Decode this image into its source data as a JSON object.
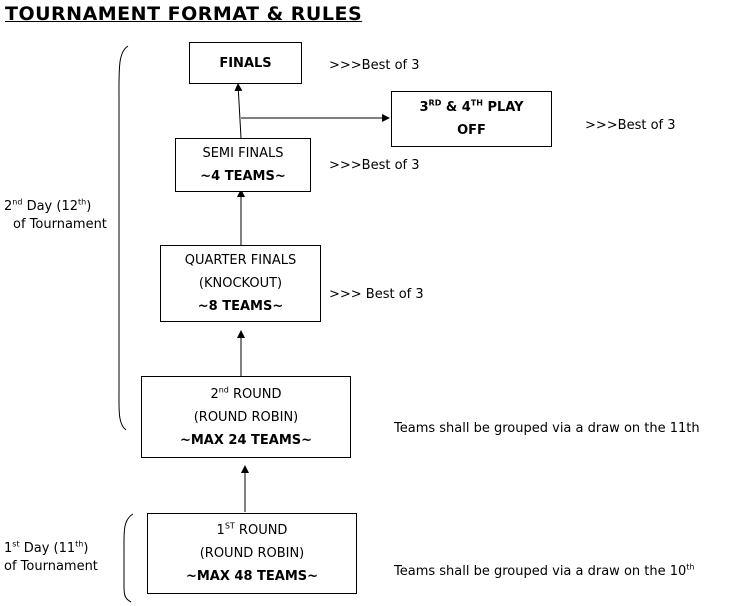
{
  "title": "TOURNAMENT FORMAT & RULES",
  "boxes": {
    "finals": {
      "line1": "FINALS"
    },
    "third_place": {
      "line1_pre": "3",
      "line1_sup1": "RD",
      "line1_mid": " & 4",
      "line1_sup2": "TH",
      "line1_post": " PLAY",
      "line2": "OFF"
    },
    "semi": {
      "line1": "SEMI FINALS",
      "line2": "~4 TEAMS~"
    },
    "quarter": {
      "line1": "QUARTER FINALS",
      "line2": "(KNOCKOUT)",
      "line3": "~8 TEAMS~"
    },
    "round2": {
      "line1_pre": "2",
      "line1_sup": "nd",
      "line1_post": " ROUND",
      "line2": "(ROUND ROBIN)",
      "line3": "~MAX 24 TEAMS~"
    },
    "round1": {
      "line1_pre": "1",
      "line1_sup": "ST",
      "line1_post": " ROUND",
      "line2": "(ROUND ROBIN)",
      "line3": "~MAX 48 TEAMS~"
    }
  },
  "notes": {
    "finals": ">>>Best of 3",
    "third_place": ">>>Best of 3",
    "semi": ">>>Best of 3",
    "quarter": ">>> Best of 3",
    "round2": "Teams shall be grouped via a draw on the 11th",
    "round1_pre": "Teams shall be grouped via a draw on the 10",
    "round1_sup": "th"
  },
  "side_labels": {
    "day2_pre": "2",
    "day2_sup1": "nd",
    "day2_mid": " Day (12",
    "day2_sup2": "th",
    "day2_post": ")",
    "day2_line2": "of Tournament",
    "day1_pre": "1",
    "day1_sup1": "st",
    "day1_mid": " Day (11",
    "day1_sup2": "th",
    "day1_post": ")",
    "day1_line2": "of Tournament"
  }
}
